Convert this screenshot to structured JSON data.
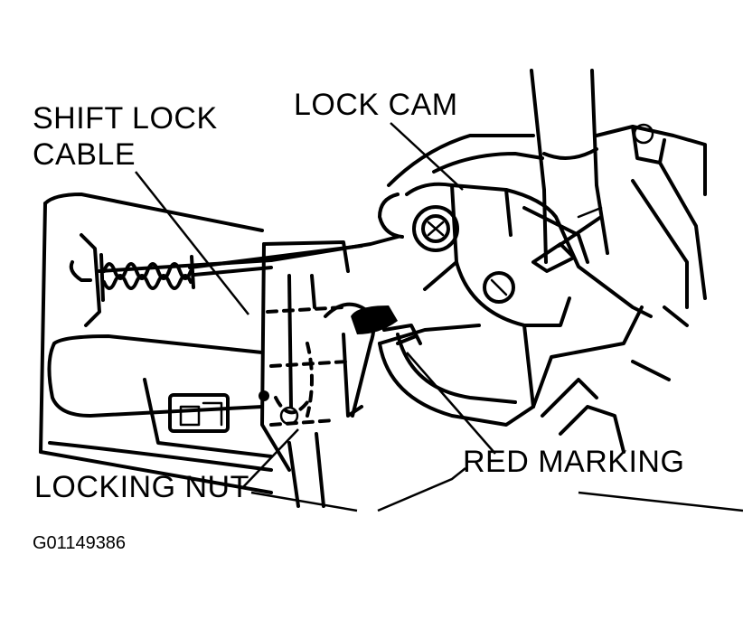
{
  "labels": {
    "shift_lock_cable_line1": "SHIFT LOCK",
    "shift_lock_cable_line2": "CABLE",
    "lock_cam": "LOCK CAM",
    "red_marking": "RED MARKING",
    "locking_nut": "LOCKING NUT"
  },
  "figure_id": "G01149386",
  "colors": {
    "ink": "#000000",
    "paper": "#ffffff"
  }
}
